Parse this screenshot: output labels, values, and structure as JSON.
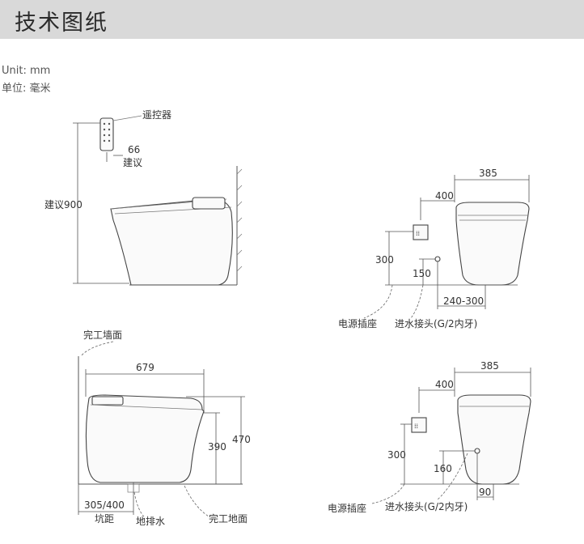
{
  "header": {
    "title": "技术图纸"
  },
  "units": {
    "en": "Unit: mm",
    "cn": "单位: 毫米"
  },
  "side_view": {
    "remote_label": "遥控器",
    "remote_offset": "66",
    "suggest": "建议",
    "suggest_height": "建议900"
  },
  "back_top": {
    "width": "385",
    "depth": "400",
    "socket_height": "300",
    "inlet_height": "150",
    "inlet_offset": "240-300",
    "socket_label": "电源插座",
    "inlet_label": "进水接头(G/2内牙)"
  },
  "side_bottom": {
    "wall_label": "完工墙面",
    "length": "679",
    "seat_height": "390",
    "total_height": "470",
    "pit_distance": "305/400",
    "pit_label": "坑距",
    "drain_label": "地排水",
    "floor_label": "完工地面"
  },
  "back_bottom": {
    "width": "385",
    "depth": "400",
    "socket_height": "300",
    "inlet_height": "160",
    "inlet_offset": "90",
    "socket_label": "电源插座",
    "inlet_label": "进水接头(G/2内牙)"
  }
}
